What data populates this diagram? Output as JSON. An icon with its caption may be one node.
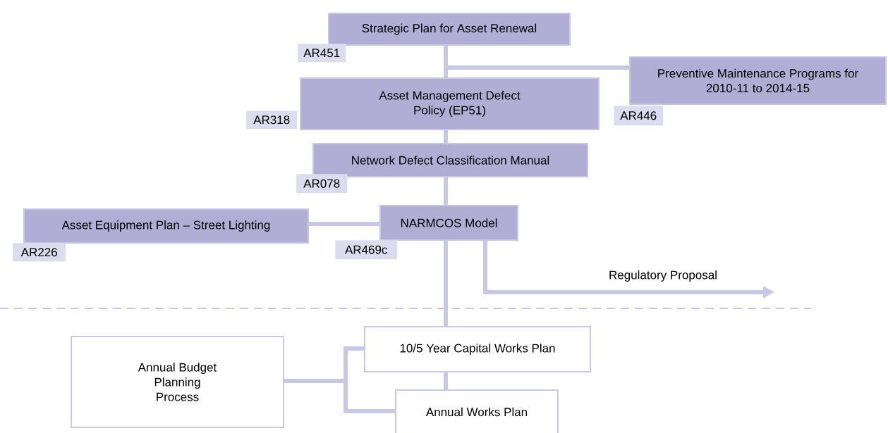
{
  "diagram": {
    "nodes": [
      {
        "text": [
          "Strategic Plan for Asset Renewal"
        ],
        "beside": [
          "AR451"
        ]
      },
      {
        "text": [
          "Preventive Maintenance Programs for 2010-11 to 2014-15"
        ],
        "beside": [
          "AR446"
        ]
      },
      {
        "text": [
          "Asset Management Defect Policy (EP51)"
        ],
        "beside": [
          "AR318"
        ]
      },
      {
        "text": [
          "Network Defect Classification Manual"
        ],
        "beside": [
          "AR078"
        ]
      },
      {
        "text": [
          "Asset Equipment Plan – Street Lighting"
        ],
        "beside": [
          "AR226"
        ]
      },
      {
        "text": [
          "NARMCOS Model"
        ],
        "beside": [
          "AR469c"
        ]
      },
      {
        "text": [
          "10/5 Year Capital Works Plan"
        ]
      },
      {
        "text": [
          "Annual Works Plan"
        ]
      },
      {
        "text": [
          "Annual Budget Planning Process"
        ]
      }
    ],
    "edges": [
      {
        "from": 0,
        "to": 2,
        "arrow": "none"
      },
      {
        "from": 0,
        "to": 1,
        "arrow": "none"
      },
      {
        "from": 2,
        "to": 3,
        "arrow": "none"
      },
      {
        "from": 3,
        "to": 5,
        "arrow": "none"
      },
      {
        "from": 4,
        "to": 5,
        "arrow": "none"
      },
      {
        "from": 5,
        "to": null,
        "arrow": "to",
        "label": "Regulatory Proposal"
      },
      {
        "from": 5,
        "to": 6,
        "arrow": "none"
      },
      {
        "from": 6,
        "to": 7,
        "arrow": "none"
      },
      {
        "from": 8,
        "to": 6,
        "arrow": "none"
      },
      {
        "from": 8,
        "to": 7,
        "arrow": "none"
      }
    ]
  }
}
